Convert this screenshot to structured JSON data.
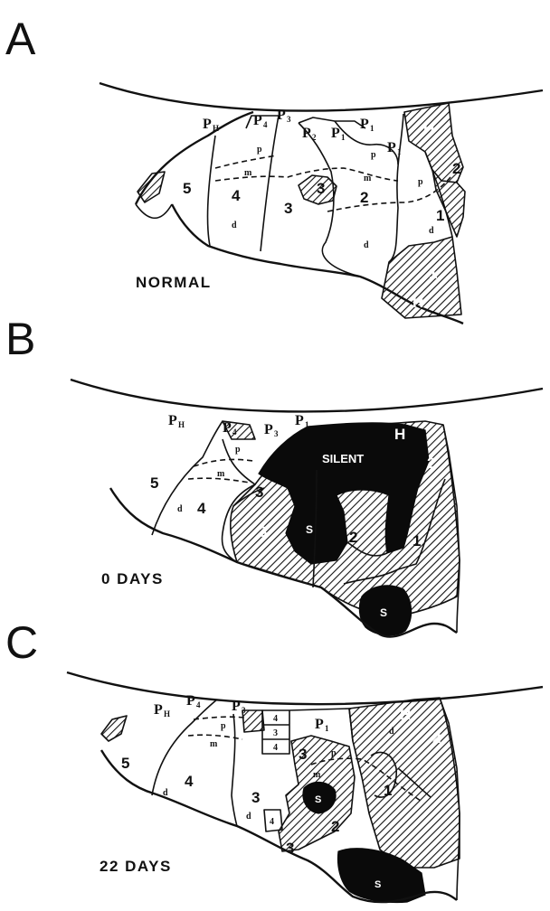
{
  "panels": [
    {
      "letter": "A",
      "caption": "NORMAL",
      "labels": {
        "p_h": "P",
        "p_h_sub": "H",
        "p_4": "P",
        "p_4_sub": "4",
        "p_3": "P",
        "p_3_sub": "3",
        "p_2": "P",
        "p_2_sub": "2",
        "p_1a": "P",
        "p_1a_sub": "1",
        "p_1b": "P",
        "p_1b_sub": "1",
        "p_1c": "P",
        "p_1c_sub": "1",
        "h_top": "H",
        "h_bottom": "H",
        "n5": "5",
        "n4": "4",
        "n3": "3",
        "n3b": "3",
        "n2": "2",
        "n1": "1",
        "n2h": "2",
        "n1h": "1",
        "p_small": "p",
        "m_small": "m",
        "d_small": "d",
        "p2_small": "p",
        "m2_small": "m",
        "d2_small": "d",
        "p3_small": "p",
        "d3_small": "d"
      }
    },
    {
      "letter": "B",
      "caption": "0 DAYS",
      "labels": {
        "p_h": "P",
        "p_h_sub": "H",
        "p_4": "P",
        "p_4_sub": "4",
        "p_3": "P",
        "p_3_sub": "3",
        "p_1": "P",
        "p_1_sub": "1",
        "h": "H",
        "silent": "SILENT",
        "n5": "5",
        "n4": "4",
        "n3a": "3",
        "n3b": "3",
        "n2": "2",
        "n1": "1",
        "n2h": "2",
        "s1": "S",
        "s2": "S",
        "p_small": "p",
        "m_small": "m",
        "d_small": "d"
      }
    },
    {
      "letter": "C",
      "caption": "22 DAYS",
      "labels": {
        "p_h": "P",
        "p_h_sub": "H",
        "p_4": "P",
        "p_4_sub": "4",
        "p_3": "P",
        "p_3_sub": "3",
        "p_1": "P",
        "p_1_sub": "1",
        "h": "H",
        "n5": "5",
        "n4": "4",
        "n3": "3",
        "n3b": "3",
        "n3c": "3",
        "n2": "2",
        "n1": "1",
        "n2h": "2",
        "i4a": "4",
        "i3": "3",
        "i4b": "4",
        "i4c": "4",
        "s1": "S",
        "s2": "S",
        "p_small": "p",
        "m_small": "m",
        "d_small": "d",
        "d2_small": "d",
        "p2_small": "p",
        "m2_small": "m",
        "d3_small": "d"
      }
    }
  ],
  "colors": {
    "ink": "#111111",
    "background": "#ffffff",
    "silent": "#0a0a0a"
  }
}
